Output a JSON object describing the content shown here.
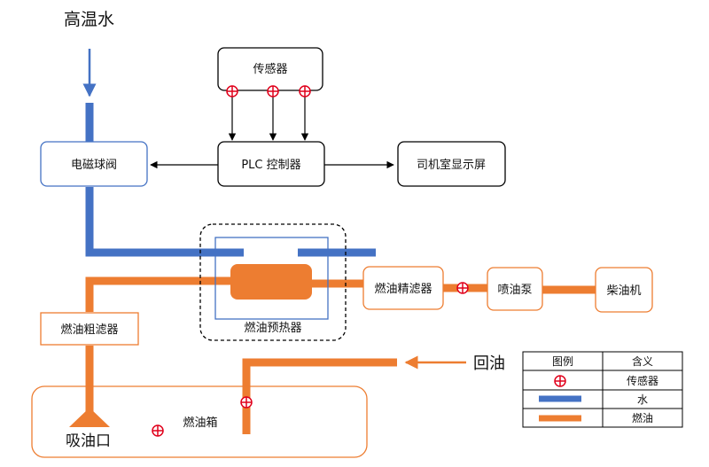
{
  "labels": {
    "hot_water": "高温水",
    "sensor": "传感器",
    "plc": "PLC 控制器",
    "solenoid_valve": "电磁球阀",
    "driver_display": "司机室显示屏",
    "fine_filter": "燃油精滤器",
    "injection_pump": "喷油泵",
    "diesel_engine": "柴油机",
    "preheater": "燃油预热器",
    "coarse_filter": "燃油粗滤器",
    "return_oil": "回油",
    "fuel_tank": "燃油箱",
    "suction_port": "吸油口"
  },
  "legend": {
    "header_symbol": "图例",
    "header_meaning": "含义",
    "rows": [
      {
        "symbol": "sensor-symbol",
        "meaning": "传感器"
      },
      {
        "symbol": "water-line",
        "meaning": "水"
      },
      {
        "symbol": "fuel-line",
        "meaning": "燃油"
      }
    ]
  },
  "colors": {
    "water": "#4472c4",
    "fuel": "#ed7d31",
    "sensor": "#e0001b",
    "box_border": "#000000",
    "orange_box_border": "#ed7d31",
    "blue_box_border": "#4472c4",
    "dashed_border": "#000000"
  }
}
